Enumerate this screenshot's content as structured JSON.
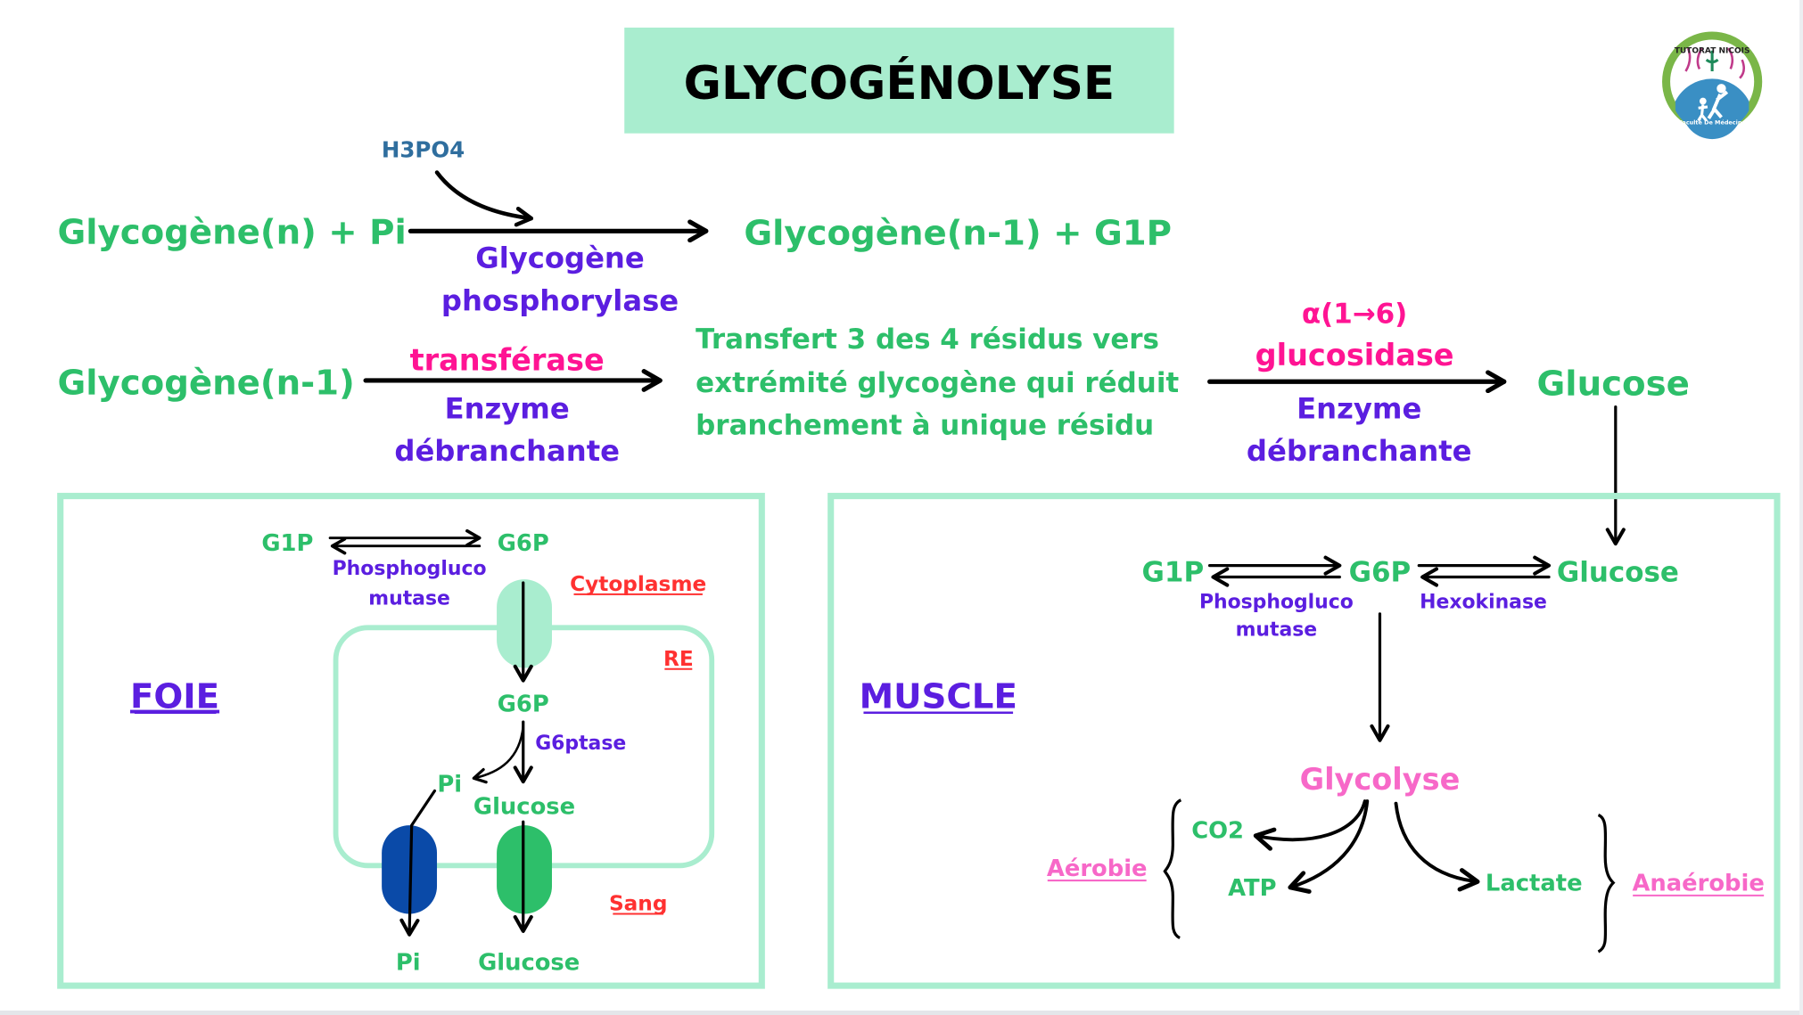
{
  "title": "GLYCOGÉNOLYSE",
  "logo": {
    "icon": "tutorat-nicois-logo-icon",
    "top_text": "TUTORAT NICOIS",
    "bottom_text": "Faculté De Médecine"
  },
  "colors": {
    "title_bg": "#a9edcf",
    "box_border": "#a9edcf",
    "metabolite": "#2dbf6a",
    "enzyme": "#5b1ee0",
    "enzyme_pink": "#ff1493",
    "compartment": "#ff3131",
    "glycolyse": "#f768c8",
    "cofactor": "#2f6e9e",
    "transporter_er": "#a9edcf",
    "transporter_pi": "#0a4aa8",
    "transporter_glucose": "#2dbf6a"
  },
  "reaction1": {
    "cofactor": "H3PO4",
    "substrate": "Glycogène(n) + Pi",
    "product": "Glycogène(n-1) + G1P",
    "enzyme_line1": "Glycogène",
    "enzyme_line2": "phosphorylase"
  },
  "reaction2": {
    "substrate": "Glycogène(n-1)",
    "activity_top": "transférase",
    "enzyme_line1": "Enzyme",
    "enzyme_line2": "débranchante",
    "description_lines": [
      "Transfert 3 des 4 résidus vers",
      "extrémité glycogène qui réduit",
      "branchement à unique résidu"
    ]
  },
  "reaction3": {
    "activity_line1": "α(1→6)",
    "activity_line2": "glucosidase",
    "enzyme_line1": "Enzyme",
    "enzyme_line2": "débranchante",
    "product": "Glucose"
  },
  "foie": {
    "label": "FOIE",
    "g1p": "G1P",
    "g6p": "G6P",
    "mutase_line1": "Phosphogluco",
    "mutase_line2": "mutase",
    "cytoplasme": "Cytoplasme",
    "re": "RE",
    "g6p_re": "G6P",
    "g6ptase": "G6ptase",
    "pi_re": "Pi",
    "glucose_re": "Glucose",
    "sang": "Sang",
    "pi_blood": "Pi",
    "glucose_blood": "Glucose"
  },
  "muscle": {
    "label": "MUSCLE",
    "g1p": "G1P",
    "g6p": "G6P",
    "glucose": "Glucose",
    "mutase_line1": "Phosphogluco",
    "mutase_line2": "mutase",
    "hexokinase": "Hexokinase",
    "glycolyse": "Glycolyse",
    "co2": "CO2",
    "atp": "ATP",
    "lactate": "Lactate",
    "aerobie": "Aérobie",
    "anaerobie": "Anaérobie"
  }
}
